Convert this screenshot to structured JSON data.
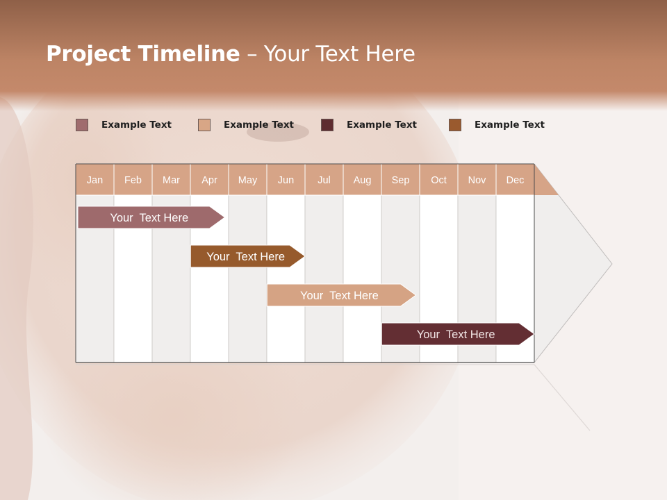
{
  "slide": {
    "title_bold": "Project Timeline",
    "title_rest": " – Your Text Here"
  },
  "legend": [
    {
      "label": "Example Text",
      "color": "#a06c6e"
    },
    {
      "label": "Example Text",
      "color": "#d8a686"
    },
    {
      "label": "Example Text",
      "color": "#5e2c30"
    },
    {
      "label": "Example Text",
      "color": "#9a5a2e"
    }
  ],
  "colors": {
    "header_band": "#c4876a",
    "month_header": "#d6a487",
    "column_shade": "#f0eeed",
    "column_plain": "#ffffff"
  },
  "chart_data": {
    "type": "gantt",
    "months": [
      "Jan",
      "Feb",
      "Mar",
      "Apr",
      "May",
      "Jun",
      "Jul",
      "Aug",
      "Sep",
      "Oct",
      "Nov",
      "Dec"
    ],
    "tasks": [
      {
        "label": "Your  Text Here",
        "start": 0,
        "end": 3.9,
        "color": "#9e6a6c",
        "text_color": "#ffffff"
      },
      {
        "label": "Your  Text Here",
        "start": 2.95,
        "end": 6,
        "color": "#965a2c",
        "text_color": "#ffffff"
      },
      {
        "label": "Your  Text Here",
        "start": 4.95,
        "end": 8.9,
        "color": "#d5a384",
        "text_color": "#ffffff"
      },
      {
        "label": "Your  Text Here",
        "start": 7.95,
        "end": 12,
        "color": "#632e33",
        "text_color": "#f2e6e6"
      }
    ]
  }
}
